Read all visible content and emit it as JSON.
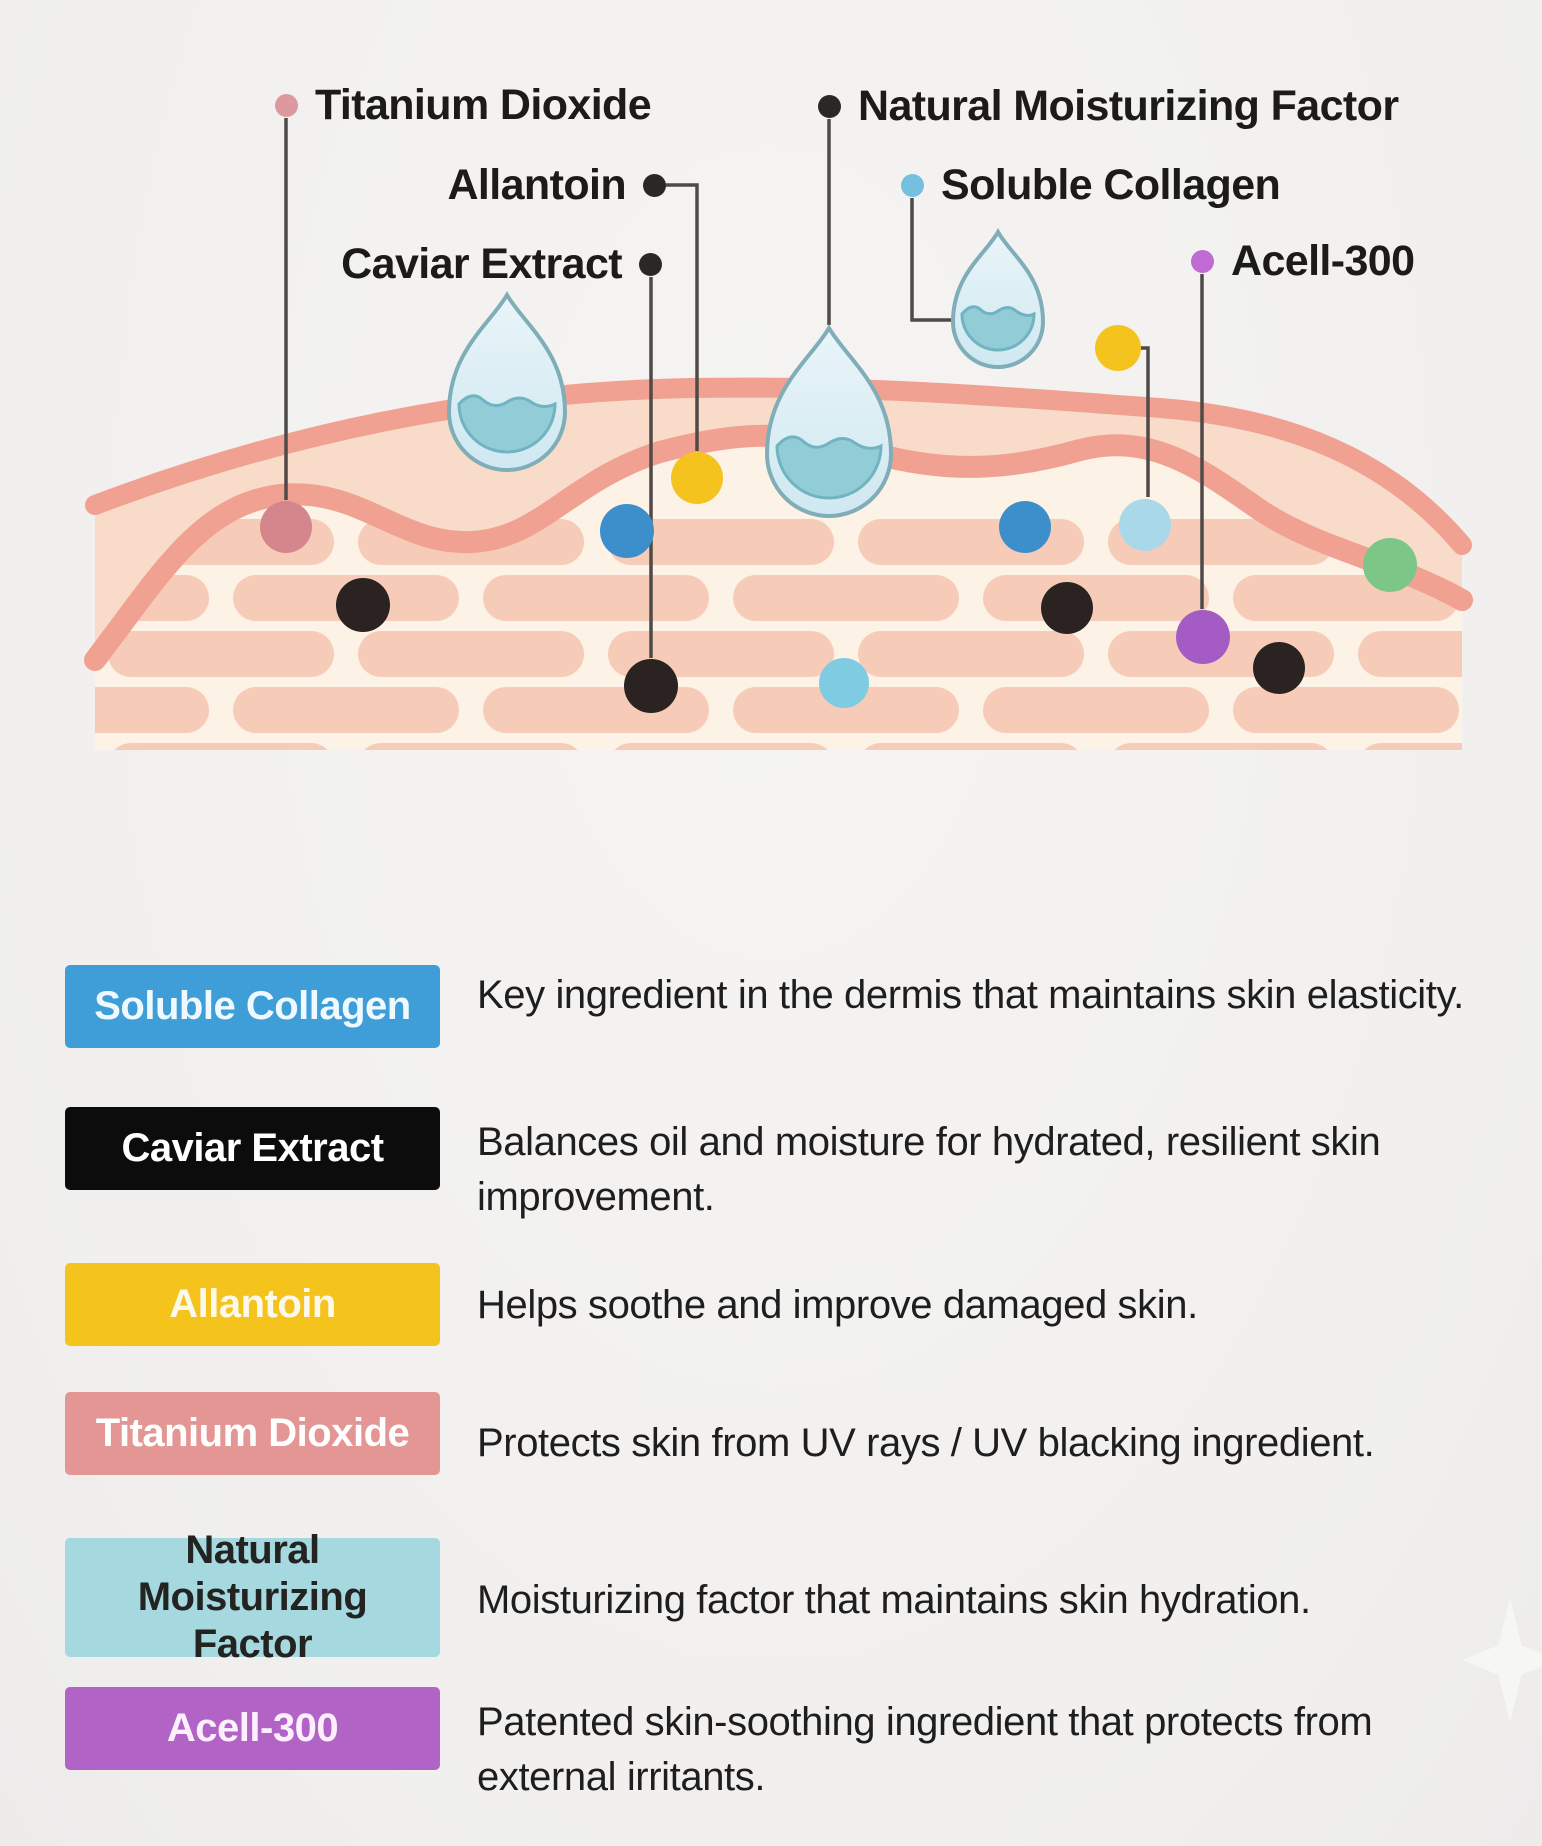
{
  "diagram": {
    "callouts": [
      {
        "id": "titanium-dioxide",
        "label": "Titanium Dioxide",
        "dot_color": "#dc9aa0"
      },
      {
        "id": "natural-moisturizing-factor",
        "label": "Natural Moisturizing Factor",
        "dot_color": "#2b2725"
      },
      {
        "id": "allantoin",
        "label": "Allantoin",
        "dot_color": "#2b2725"
      },
      {
        "id": "soluble-collagen",
        "label": "Soluble Collagen",
        "dot_color": "#74c0de"
      },
      {
        "id": "caviar-extract",
        "label": "Caviar Extract",
        "dot_color": "#2b2725"
      },
      {
        "id": "acell-300",
        "label": "Acell-300",
        "dot_color": "#c06ad4"
      }
    ],
    "particle_colors": {
      "titanium_dioxide": "#d5868d",
      "caviar_extract": "#2b2322",
      "soluble_collagen": "#3d8fcb",
      "allantoin": "#f5c31d",
      "natural_moisturizing_factor": "#a9d8e9",
      "acell_300": "#a45cc4",
      "green_particle": "#7cc788",
      "small_cyan_particle": "#7ecbe2"
    },
    "skin_colors": {
      "surface_line": "#f0a192",
      "epidermis_fill": "#f8dcc9",
      "dermis_fill": "#fdf2e6",
      "brick_fill": "#f6ccb9",
      "background": "#f2f1ef"
    },
    "drop_colors": {
      "fill": "#dcedf4",
      "outline": "#7fadb8",
      "water": "#92ccd6"
    }
  },
  "legend": {
    "rows": [
      {
        "label": "Soluble Collagen",
        "box_color": "#3f9ed7",
        "text_color": "#eefaff",
        "description": "Key ingredient in the dermis that maintains skin elasticity."
      },
      {
        "label": "Caviar Extract",
        "box_color": "#0c0c0c",
        "text_color": "#ffffff",
        "description": "Balances oil and moisture for hydrated, resilient skin improvement."
      },
      {
        "label": "Allantoin",
        "box_color": "#f4c41d",
        "text_color": "#fdf9ea",
        "description": "Helps soothe and improve damaged skin."
      },
      {
        "label": "Titanium Dioxide",
        "box_color": "#e39693",
        "text_color": "#ffffff",
        "description": "Protects skin from UV rays / UV blacking ingredient."
      },
      {
        "label": "Natural Moisturizing Factor",
        "box_color": "#a6d8df",
        "text_color": "#232322",
        "description": "Moisturizing factor that maintains skin hydration."
      },
      {
        "label": "Acell-300",
        "box_color": "#b263c6",
        "text_color": "#fdeffd",
        "description": "Patented skin-soothing ingredient that protects from external irritants."
      }
    ]
  }
}
